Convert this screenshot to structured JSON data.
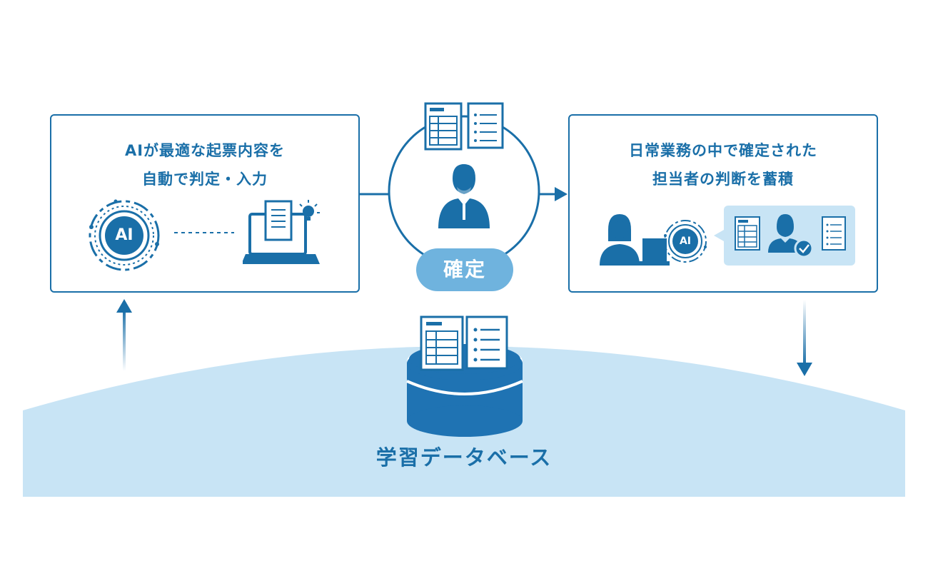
{
  "left_box": {
    "line1": "AIが最適な起票内容を",
    "line2": "自動で判定・入力",
    "ai_badge": "AI",
    "icons": [
      "ai-circuit-icon",
      "laptop-icon",
      "document-icon",
      "lightbulb-icon"
    ]
  },
  "center": {
    "confirm_label": "確定",
    "icons": [
      "spreadsheet-icon",
      "list-document-icon",
      "person-icon"
    ]
  },
  "right_box": {
    "line1": "日常業務の中で確定された",
    "line2": "担当者の判断を蓄積",
    "ai_badge": "AI",
    "icons": [
      "woman-at-desk-icon",
      "ai-circuit-icon",
      "spreadsheet-icon",
      "approved-person-icon",
      "list-document-icon"
    ]
  },
  "database": {
    "label": "学習データベース",
    "icons": [
      "database-icon",
      "spreadsheet-icon",
      "list-document-icon"
    ]
  },
  "colors": {
    "primary": "#1a6fa8",
    "light": "#c8e4f5",
    "pill": "#6fb3de",
    "database": "#1f73b3"
  }
}
